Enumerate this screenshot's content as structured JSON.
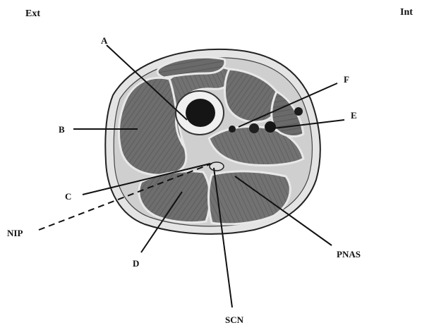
{
  "corners": {
    "left": "Ext",
    "right": "Int"
  },
  "labels": {
    "A": "A",
    "B": "B",
    "C": "C",
    "D": "D",
    "E": "E",
    "F": "F",
    "NIP": "NIP",
    "PNAS": "PNAS",
    "SCN": "SCN"
  },
  "colors": {
    "muscle": "#6f6f6f",
    "muscle_dark": "#4e4e4e",
    "fascia": "#e9e9e9",
    "skin_ring": "#d6d6d6",
    "bone_cortex": "#f2f2f2",
    "marrow": "#151515",
    "line": "#111111"
  }
}
